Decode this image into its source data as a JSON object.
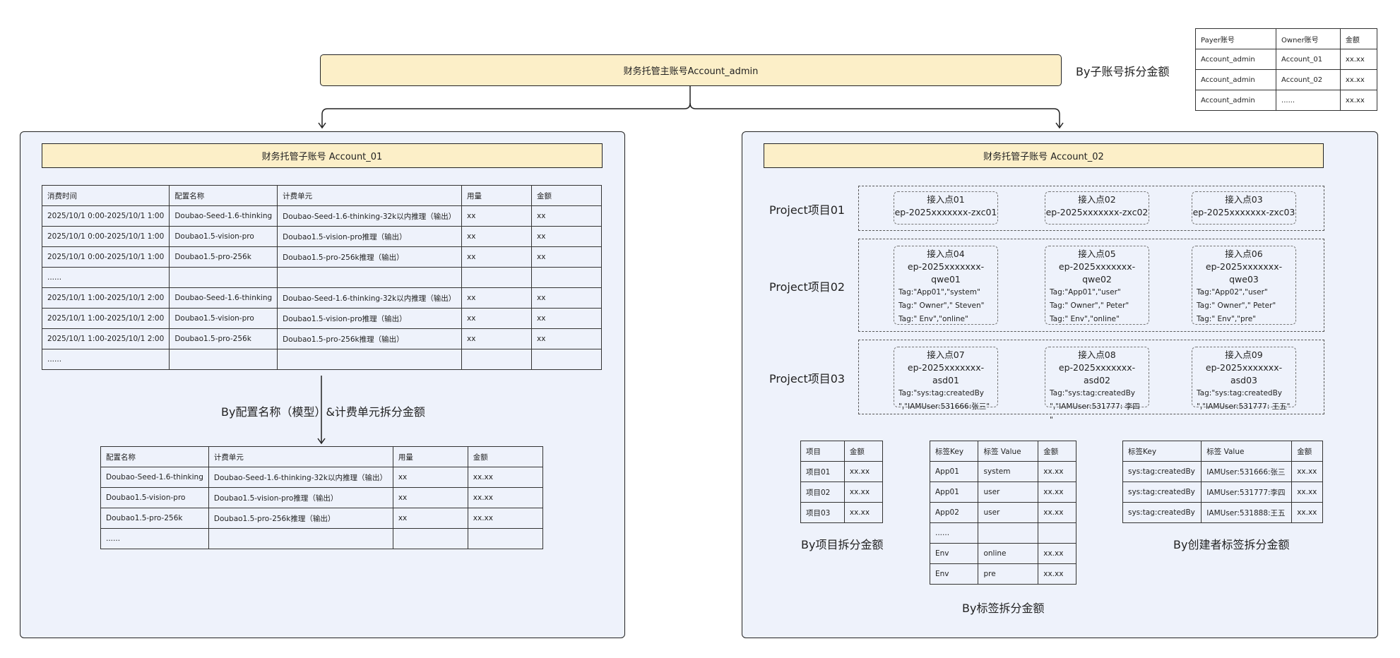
{
  "main_account": "财务托管主账号Account_admin",
  "by_subaccount_label": "By子账号拆分金额",
  "payer_table": {
    "headers": [
      "Payer账号",
      "Owner账号",
      "金额"
    ],
    "rows": [
      [
        "Account_admin",
        "Account_01",
        "xx.xx"
      ],
      [
        "Account_admin",
        "Account_02",
        "xx.xx"
      ],
      [
        "Account_admin",
        "......",
        "xx.xx"
      ]
    ]
  },
  "left": {
    "title": "财务托管子账号 Account_01",
    "detail_table": {
      "headers": [
        "消费时间",
        "配置名称",
        "计费单元",
        "用量",
        "金额"
      ],
      "rows": [
        [
          "2025/10/1 0:00-2025/10/1 1:00",
          "Doubao-Seed-1.6-thinking",
          "Doubao-Seed-1.6-thinking-32k以内推理（输出）",
          "xx",
          "xx"
        ],
        [
          "2025/10/1 0:00-2025/10/1 1:00",
          "Doubao1.5-vision-pro",
          "Doubao1.5-vision-pro推理（输出）",
          "xx",
          "xx"
        ],
        [
          "2025/10/1 0:00-2025/10/1 1:00",
          "Doubao1.5-pro-256k",
          "Doubao1.5-pro-256k推理（输出）",
          "xx",
          "xx"
        ],
        [
          "......",
          "",
          "",
          "",
          ""
        ],
        [
          "2025/10/1 1:00-2025/10/1 2:00",
          "Doubao-Seed-1.6-thinking",
          "Doubao-Seed-1.6-thinking-32k以内推理（输出）",
          "xx",
          "xx"
        ],
        [
          "2025/10/1 1:00-2025/10/1 2:00",
          "Doubao1.5-vision-pro",
          "Doubao1.5-vision-pro推理（输出）",
          "xx",
          "xx"
        ],
        [
          "2025/10/1 1:00-2025/10/1 2:00",
          "Doubao1.5-pro-256k",
          "Doubao1.5-pro-256k推理（输出）",
          "xx",
          "xx"
        ],
        [
          "......",
          "",
          "",
          "",
          ""
        ]
      ]
    },
    "split_label": "By配置名称（模型）&计费单元拆分金额",
    "summary_table": {
      "headers": [
        "配置名称",
        "计费单元",
        "用量",
        "金额"
      ],
      "rows": [
        [
          "Doubao-Seed-1.6-thinking",
          "Doubao-Seed-1.6-thinking-32k以内推理（输出）",
          "xx",
          "xx.xx"
        ],
        [
          "Doubao1.5-vision-pro",
          "Doubao1.5-vision-pro推理（输出）",
          "xx",
          "xx.xx"
        ],
        [
          "Doubao1.5-pro-256k",
          "Doubao1.5-pro-256k推理（输出）",
          "xx",
          "xx.xx"
        ],
        [
          "......",
          "",
          "",
          ""
        ]
      ]
    }
  },
  "right": {
    "title": "财务托管子账号 Account_02",
    "projects": [
      {
        "label": "Project项目01",
        "endpoints": [
          {
            "name": "接入点01",
            "id": "ep-2025xxxxxxx-zxc01",
            "tags": []
          },
          {
            "name": "接入点02",
            "id": "ep-2025xxxxxxx-zxc02",
            "tags": []
          },
          {
            "name": "接入点03",
            "id": "ep-2025xxxxxxx-zxc03",
            "tags": []
          }
        ]
      },
      {
        "label": "Project项目02",
        "endpoints": [
          {
            "name": "接入点04",
            "id": "ep-2025xxxxxxx-qwe01",
            "tags": [
              "Tag:\"App01\",\"system\"",
              "Tag:\" Owner\",\"  Steven\"",
              "Tag:\" Env\",\"online\""
            ]
          },
          {
            "name": "接入点05",
            "id": "ep-2025xxxxxxx-qwe02",
            "tags": [
              "Tag:\"App01\",\"user\"",
              "Tag:\" Owner\",\"  Peter\"",
              "Tag:\" Env\",\"online\""
            ]
          },
          {
            "name": "接入点06",
            "id": "ep-2025xxxxxxx-qwe03",
            "tags": [
              "Tag:\"App02\",\"user\"",
              "Tag:\" Owner\",\"  Peter\"",
              "Tag:\" Env\",\"pre\""
            ]
          }
        ]
      },
      {
        "label": "Project项目03",
        "endpoints": [
          {
            "name": "接入点07",
            "id": "ep-2025xxxxxxx-asd01",
            "tags": [
              "Tag:\"sys:tag:createdBy",
              "\",\"IAMUser:531666:张三\""
            ]
          },
          {
            "name": "接入点08",
            "id": "ep-2025xxxxxxx-asd02",
            "tags": [
              "Tag:\"sys:tag:createdBy",
              "\",\"IAMUser:531777: 李四",
              "\""
            ]
          },
          {
            "name": "接入点09",
            "id": "ep-2025xxxxxxx-asd03",
            "tags": [
              "Tag:\"sys:tag:createdBy",
              "\",\"IAMUser:531777: 王五\""
            ]
          }
        ]
      }
    ],
    "project_table": {
      "headers": [
        "项目",
        "金额"
      ],
      "rows": [
        [
          "项目01",
          "xx.xx"
        ],
        [
          "项目02",
          "xx.xx"
        ],
        [
          "项目03",
          "xx.xx"
        ]
      ]
    },
    "project_label": "By项目拆分金额",
    "tag_table": {
      "headers": [
        "标签Key",
        "标签 Value",
        "金额"
      ],
      "rows": [
        [
          "App01",
          "system",
          "xx.xx"
        ],
        [
          "App01",
          "user",
          "xx.xx"
        ],
        [
          "App02",
          "user",
          "xx.xx"
        ],
        [
          "......",
          "",
          ""
        ],
        [
          "Env",
          "online",
          "xx.xx"
        ],
        [
          "Env",
          "pre",
          "xx.xx"
        ]
      ]
    },
    "tag_label": "By标签拆分金额",
    "creator_table": {
      "headers": [
        "标签Key",
        "标签 Value",
        "金额"
      ],
      "rows": [
        [
          "sys:tag:createdBy",
          "IAMUser:531666:张三",
          "xx.xx"
        ],
        [
          "sys:tag:createdBy",
          "IAMUser:531777:李四",
          "xx.xx"
        ],
        [
          "sys:tag:createdBy",
          "IAMUser:531888:王五",
          "xx.xx"
        ]
      ]
    },
    "creator_label": "By创建者标签拆分金额"
  },
  "colors": {
    "title_fill": "#fcefc8",
    "panel_fill": "#eef2fb",
    "line": "#222222"
  }
}
